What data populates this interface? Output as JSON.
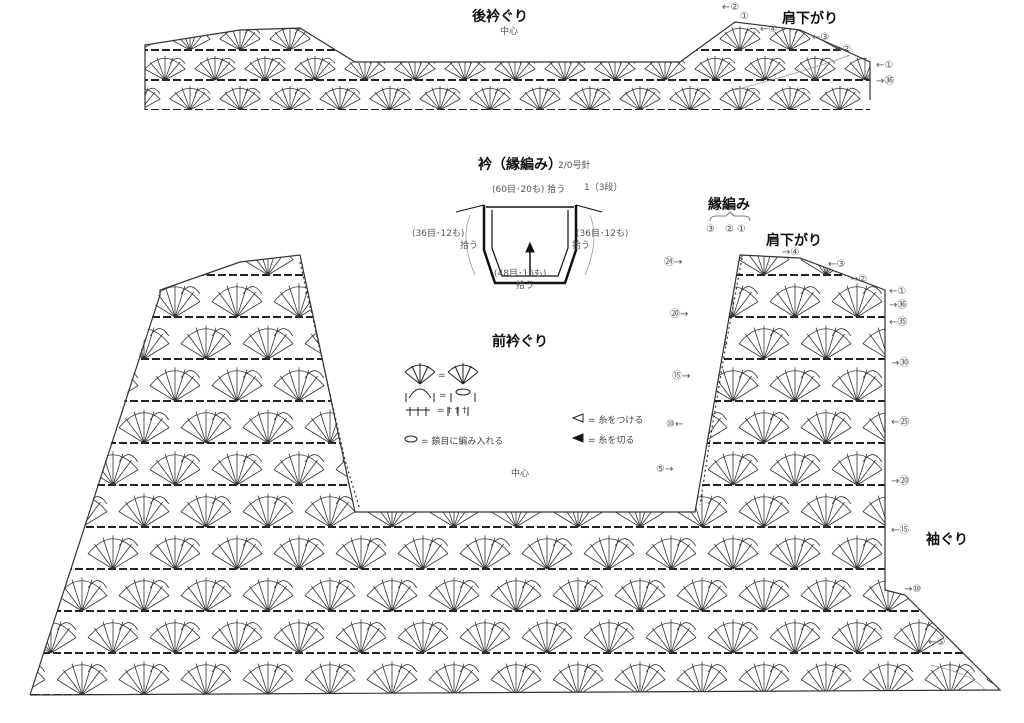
{
  "back": {
    "title": "後衿ぐり",
    "center": "中心",
    "shoulder_title": "肩下がり",
    "markers": [
      "←②",
      "①",
      "←④",
      "←③",
      "→②",
      "←①",
      "→㊱"
    ]
  },
  "collar": {
    "title": "衿（縁編み）",
    "needle": "2/0号針",
    "top_pick": "(60目･20も) 拾う",
    "left_pick": "(36目･12も)",
    "left_pick2": "拾う",
    "right_pick": "(36目･12も)",
    "right_pick2": "拾う",
    "bottom_pick": "(48目･16も)",
    "bottom_pick2": "拾う",
    "rows": "1（3段）"
  },
  "front": {
    "edging_title": "縁編み",
    "edging_rows": [
      "③",
      "②",
      "①"
    ],
    "shoulder_title": "肩下がり",
    "shoulder_markers": [
      "→④",
      "←③",
      "→②"
    ],
    "neck_title": "前衿ぐり",
    "center": "中心",
    "armhole_title": "袖ぐり",
    "right_markers": [
      "←①",
      "→㊱",
      "←㉟",
      "→㉚",
      "←㉕",
      "→⑳",
      "←⑮",
      "→⑩",
      "←⑤"
    ],
    "left_markers": [
      "㉔→",
      "⑳→",
      "⑮→",
      "⑩←",
      "⑤→"
    ]
  },
  "legend": {
    "fan_eq": "=",
    "arc_eq": "=",
    "tr_eq": "= † † †",
    "oval": "= 鎖目に編み入れる",
    "join": "= 糸をつける",
    "cut": "= 糸を切る"
  }
}
